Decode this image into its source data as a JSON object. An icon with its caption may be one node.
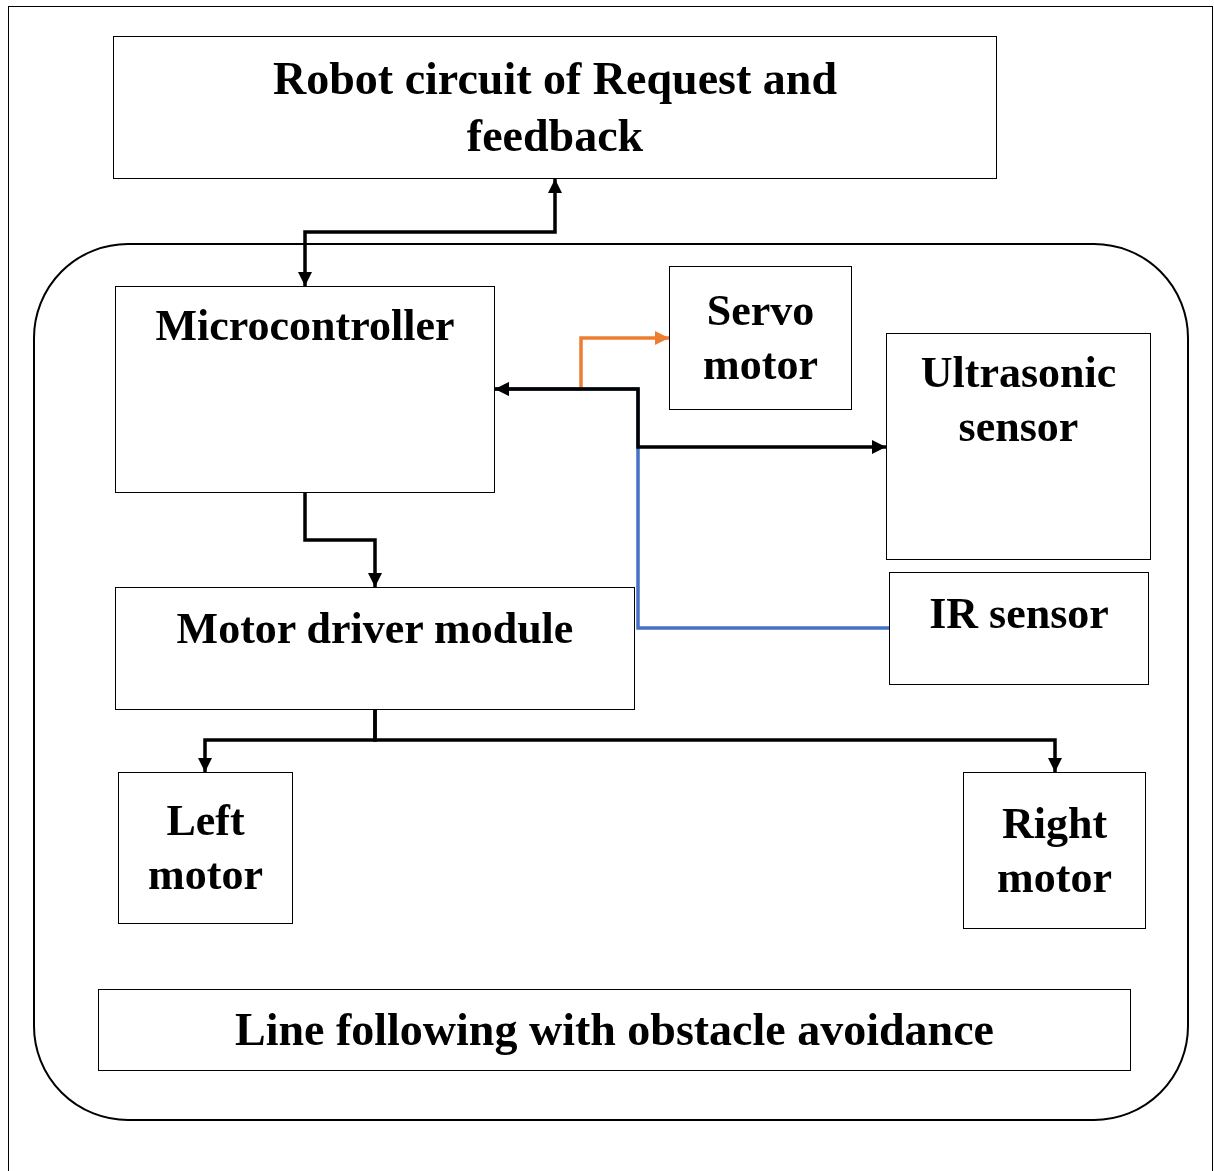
{
  "diagram": {
    "nodes": [
      {
        "text": [
          "Robot circuit of Request and feedback"
        ]
      },
      {
        "text": [],
        "shape": "box"
      },
      {
        "text": [
          "Microcontroller"
        ],
        "in": 1
      },
      {
        "text": [
          "Servo motor"
        ],
        "in": 1
      },
      {
        "text": [
          "Ultrasonic sensor"
        ],
        "in": 1
      },
      {
        "text": [
          "IR sensor"
        ],
        "in": 1
      },
      {
        "text": [
          "Motor driver module"
        ],
        "in": 1
      },
      {
        "text": [
          "Left motor"
        ],
        "in": 1
      },
      {
        "text": [
          "Right motor"
        ],
        "in": 1
      },
      {
        "text": [
          "Line following with obstacle avoidance"
        ],
        "in": 1
      }
    ],
    "edges": [
      {
        "from": 2,
        "to": 0,
        "arrow": "both"
      },
      {
        "from": 2,
        "to": 3,
        "arrow": "to",
        "color": "#ed7d31"
      },
      {
        "from": 5,
        "to": 2,
        "arrow": "to",
        "color": "#4472c4"
      },
      {
        "from": 2,
        "to": 4,
        "arrow": "both"
      },
      {
        "from": 2,
        "to": 6,
        "arrow": "to"
      },
      {
        "from": 6,
        "to": 7,
        "arrow": "to"
      },
      {
        "from": 6,
        "to": 8,
        "arrow": "to"
      }
    ]
  }
}
